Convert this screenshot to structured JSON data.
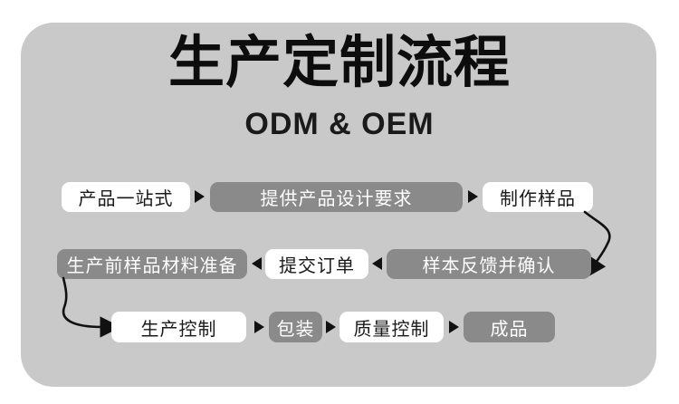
{
  "header": {
    "title": "生产定制流程",
    "subtitle": "ODM & OEM"
  },
  "flow": {
    "rows": [
      {
        "direction": "right",
        "steps": [
          {
            "label": "产品一站式",
            "variant": "light"
          },
          {
            "label": "提供产品设计要求",
            "variant": "dark"
          },
          {
            "label": "制作样品",
            "variant": "light"
          }
        ]
      },
      {
        "direction": "left",
        "steps": [
          {
            "label": "生产前样品材料准备",
            "variant": "dark"
          },
          {
            "label": "提交订单",
            "variant": "light"
          },
          {
            "label": "样本反馈并确认",
            "variant": "dark"
          }
        ]
      },
      {
        "direction": "right",
        "steps": [
          {
            "label": "生产控制",
            "variant": "light"
          },
          {
            "label": "包装",
            "variant": "dark"
          },
          {
            "label": "质量控制",
            "variant": "light"
          },
          {
            "label": "成品",
            "variant": "dark"
          }
        ]
      }
    ],
    "connectors": [
      {
        "from": "制作样品",
        "to": "样本反馈并确认",
        "shape": "s-curve-down"
      },
      {
        "from": "生产前样品材料准备",
        "to": "生产控制",
        "shape": "curve-down-right"
      }
    ]
  },
  "colors": {
    "page_bg": "#ffffff",
    "panel_bg": "#c9c9c9",
    "box_dark": "#8a8a8a",
    "box_light": "#ffffff",
    "text_on_dark": "#ffffff",
    "text_on_light": "#1a1a1a",
    "arrow": "#111111"
  }
}
